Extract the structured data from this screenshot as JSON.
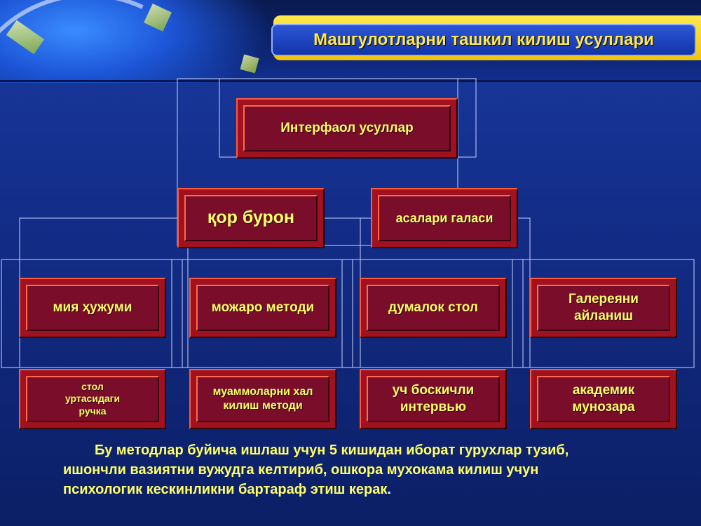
{
  "title": "Машгулотларни ташкил килиш усуллари",
  "root": {
    "label": "Интерфаол усуллар"
  },
  "level2": [
    {
      "label": "қор бурон"
    },
    {
      "label": "асалари галаси"
    }
  ],
  "level3": [
    {
      "label": "мия ҳужуми"
    },
    {
      "label": "можаро методи"
    },
    {
      "label": "думалок стол"
    },
    {
      "label": "Галереяни\n айланиш"
    }
  ],
  "level4": [
    {
      "label": "стол\nуртасидаги\nручка"
    },
    {
      "label": "муаммоларни хал\nкилиш методи"
    },
    {
      "label": "уч боскичли\nинтервью"
    },
    {
      "label": "академик\n мунозара"
    }
  ],
  "note": {
    "line1": "Бу методлар буйича ишлаш учун 5 кишидан иборат гурухлар тузиб,",
    "line2": "ишончли вазиятни вужудга келтириб, ошкора мухокама килиш учун",
    "line3": "психологик кескинликни бартараф этиш керак",
    "end": "."
  },
  "colors": {
    "accent": "#ffff66",
    "node_fill": "#7a0e2a",
    "background": "#122c86"
  }
}
